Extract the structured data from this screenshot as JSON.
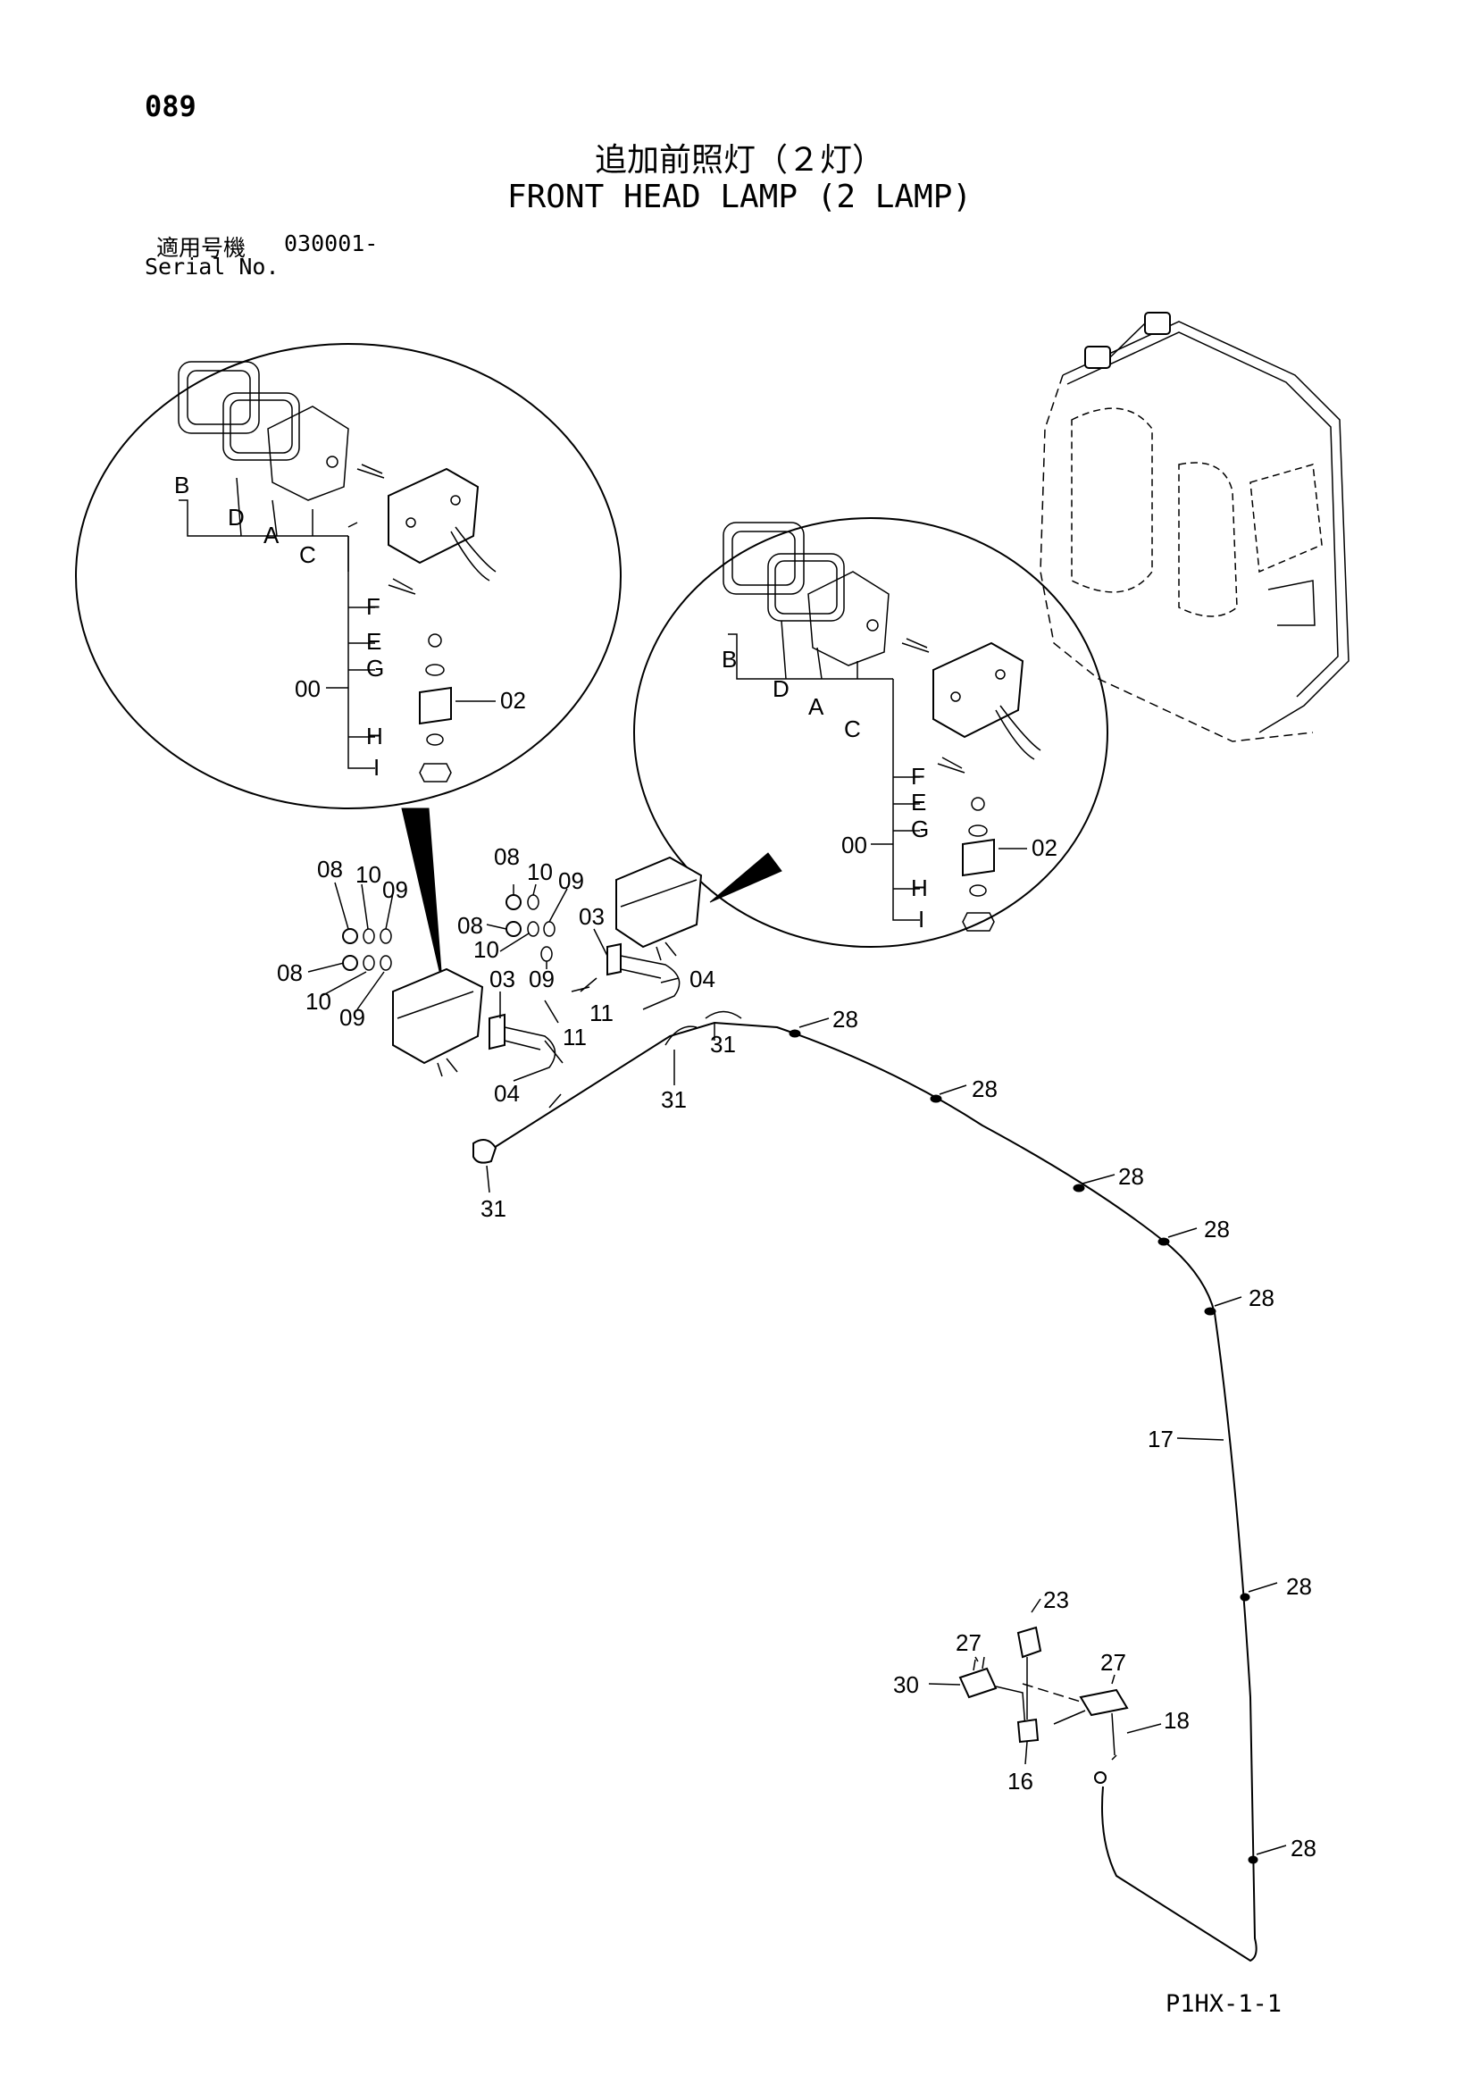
{
  "header": {
    "page_number": "089",
    "title_jp": "追加前照灯（２灯）",
    "title_en": "FRONT HEAD LAMP (2 LAMP)",
    "serial_label_jp": "適用号機",
    "serial_value": "030001-",
    "serial_label_en": "Serial No."
  },
  "callouts": {
    "left_detail": {
      "B": "B",
      "D": "D",
      "A": "A",
      "C": "C",
      "F": "F",
      "E": "E",
      "G": "G",
      "H": "H",
      "I": "I",
      "assy": "00",
      "bracket": "02"
    },
    "right_detail": {
      "B": "B",
      "D": "D",
      "A": "A",
      "C": "C",
      "F": "F",
      "E": "E",
      "G": "G",
      "H": "H",
      "I": "I",
      "assy": "00",
      "bracket": "02"
    },
    "lamps": {
      "l08a": "08",
      "l10a": "10",
      "l09a": "09",
      "l08b": "08",
      "l10b": "10",
      "l09b": "09",
      "l03a": "03",
      "l11a": "11",
      "l04a": "04",
      "r08a": "08",
      "r10a": "10",
      "r09a": "09",
      "r08b": "08",
      "r10b": "10",
      "r09b": "09",
      "r03": "03",
      "r11": "11",
      "r04": "04"
    },
    "harness": {
      "c28a": "28",
      "c28b": "28",
      "c28c": "28",
      "c28d": "28",
      "c28e": "28",
      "c28f": "28",
      "c28g": "28",
      "c31a": "31",
      "c31b": "31",
      "c31c": "31",
      "c17": "17",
      "c23": "23",
      "c27a": "27",
      "c27b": "27",
      "c30": "30",
      "c18": "18",
      "c16": "16"
    }
  },
  "footer": {
    "code": "P1HX-1-1"
  }
}
